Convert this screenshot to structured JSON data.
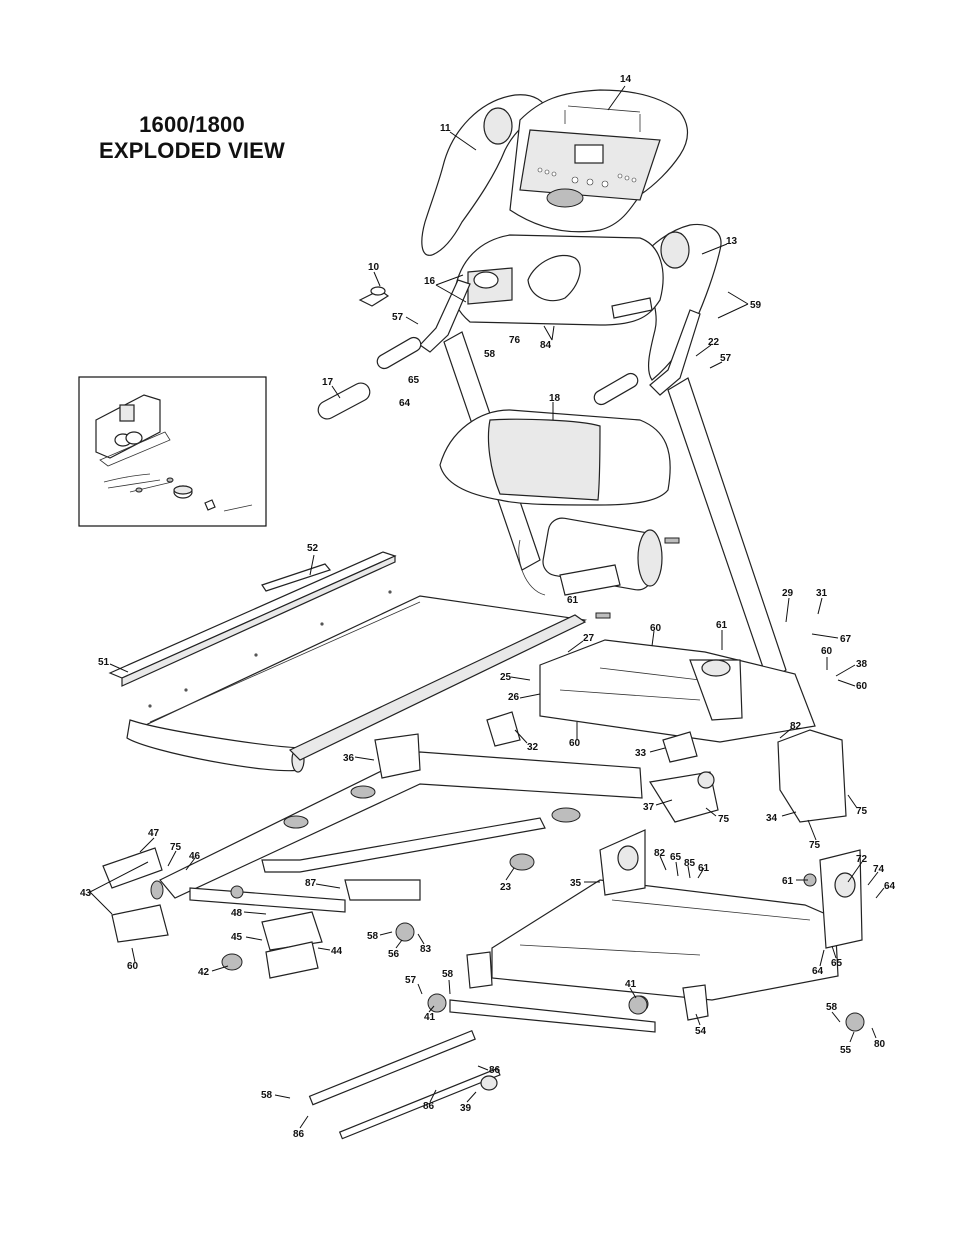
{
  "title": {
    "line1": "1600/1800",
    "line2": "EXPLODED VIEW"
  },
  "callouts": {
    "c14": "14",
    "c11": "11",
    "c13": "13",
    "c10": "10",
    "c16": "16",
    "c59": "59",
    "c57a": "57",
    "c58a": "58",
    "c76": "76",
    "c84": "84",
    "c22": "22",
    "c57b": "57",
    "c17": "17",
    "c65a": "65",
    "c64a": "64",
    "c18": "18",
    "c52": "52",
    "c61a": "61",
    "c29": "29",
    "c31": "31",
    "c27": "27",
    "c60a": "60",
    "c61b": "61",
    "c67": "67",
    "c51": "51",
    "c25": "25",
    "c60b": "60",
    "c38": "38",
    "c60c": "60",
    "c26": "26",
    "c82a": "82",
    "c60d": "60",
    "c32": "32",
    "c33": "33",
    "c36": "36",
    "c37": "37",
    "c75a": "75",
    "c34": "34",
    "c75b": "75",
    "c75c": "75",
    "c47": "47",
    "c75d": "75",
    "c46": "46",
    "c82b": "82",
    "c65b": "65",
    "c85": "85",
    "c61c": "61",
    "c72": "72",
    "c74": "74",
    "c43": "43",
    "c87": "87",
    "c23": "23",
    "c35": "35",
    "c61d": "61",
    "c64b": "64",
    "c48": "48",
    "c58b": "58",
    "c83": "83",
    "c45": "45",
    "c56": "56",
    "c44": "44",
    "c60e": "60",
    "c42": "42",
    "c64c": "64",
    "c65c": "65",
    "c57c": "57",
    "c58c": "58",
    "c41a": "41",
    "c41b": "41",
    "c54": "54",
    "c58d": "58",
    "c55": "55",
    "c80": "80",
    "c86a": "86",
    "c58e": "58",
    "c86b": "86",
    "c39": "39",
    "c86c": "86"
  }
}
